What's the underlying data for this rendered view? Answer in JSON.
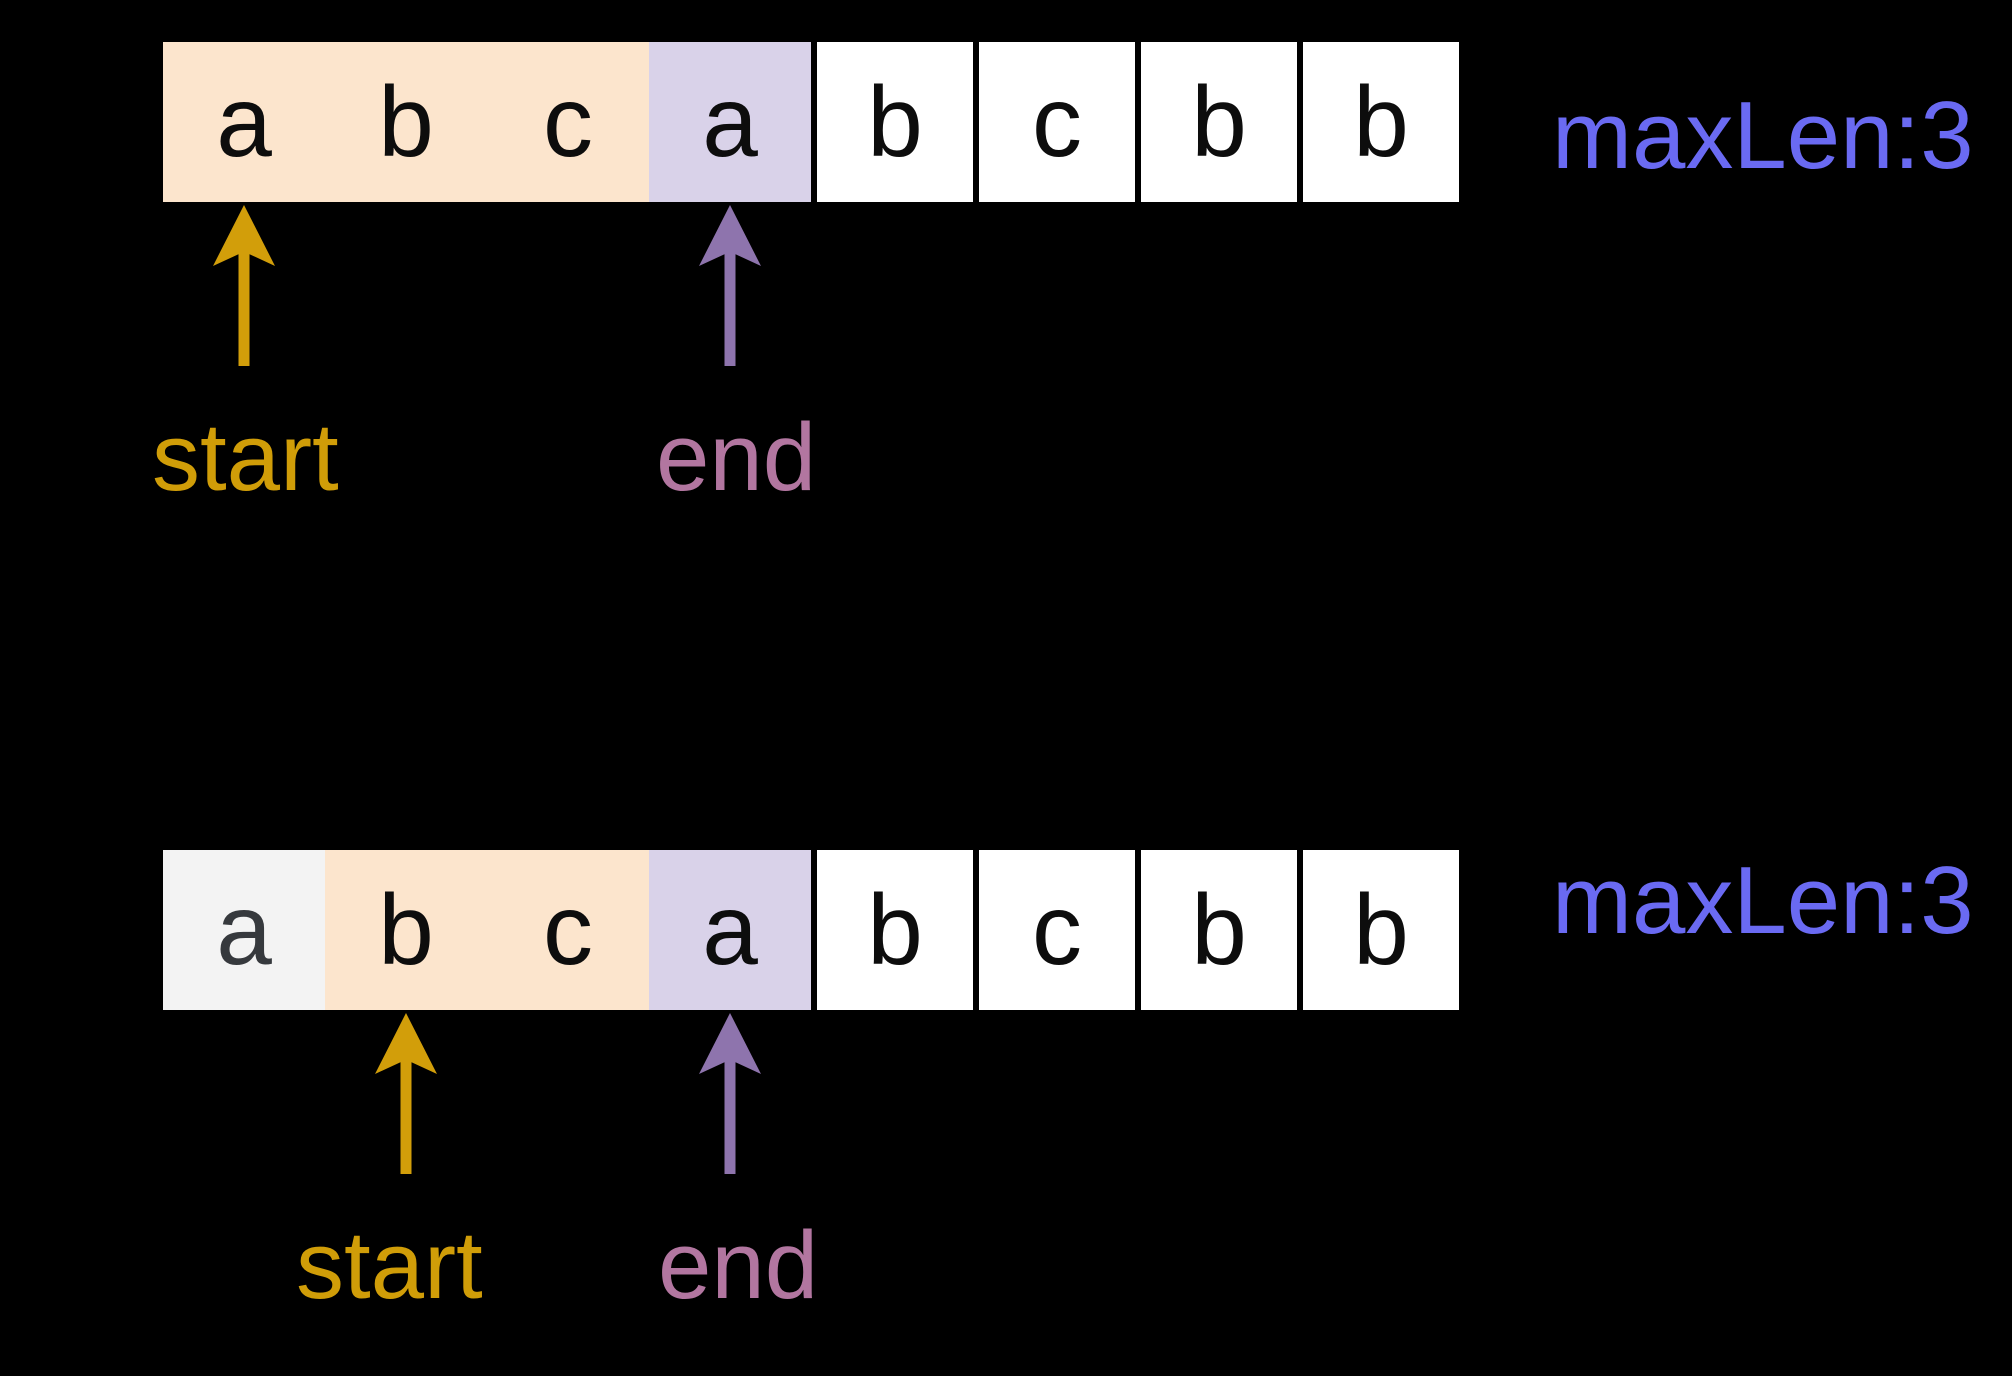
{
  "canvas": {
    "background": "#000000"
  },
  "colors": {
    "window_fill": "#FCE5CD",
    "end_cell_fill": "#D9D2E9",
    "excluded_cell_fill": "#F3F3F3",
    "default_cell_fill": "#FFFFFF",
    "cell_letter": "#0D0D0D",
    "excluded_letter": "#36393D",
    "start_pointer": "#D29E0A",
    "end_pointer": "#8E74AD",
    "start_label_color": "#D09D08",
    "end_label_color": "#B276A0",
    "maxlen_color": "#6A6AF2"
  },
  "diagrams": [
    {
      "name": "step-1",
      "start_index": 0,
      "end_index": 3,
      "start_label": "start",
      "end_label": "end",
      "max_len_label": "maxLen:3",
      "cells": [
        {
          "letter": "a",
          "highlight": "window"
        },
        {
          "letter": "b",
          "highlight": "window"
        },
        {
          "letter": "c",
          "highlight": "window"
        },
        {
          "letter": "a",
          "highlight": "end"
        },
        {
          "letter": "b",
          "highlight": "none"
        },
        {
          "letter": "c",
          "highlight": "none"
        },
        {
          "letter": "b",
          "highlight": "none"
        },
        {
          "letter": "b",
          "highlight": "none"
        }
      ]
    },
    {
      "name": "step-2",
      "start_index": 1,
      "end_index": 3,
      "start_label": "start",
      "end_label": "end",
      "max_len_label": "maxLen:3",
      "cells": [
        {
          "letter": "a",
          "highlight": "excluded"
        },
        {
          "letter": "b",
          "highlight": "window"
        },
        {
          "letter": "c",
          "highlight": "window"
        },
        {
          "letter": "a",
          "highlight": "end"
        },
        {
          "letter": "b",
          "highlight": "none"
        },
        {
          "letter": "c",
          "highlight": "none"
        },
        {
          "letter": "b",
          "highlight": "none"
        },
        {
          "letter": "b",
          "highlight": "none"
        }
      ]
    }
  ]
}
